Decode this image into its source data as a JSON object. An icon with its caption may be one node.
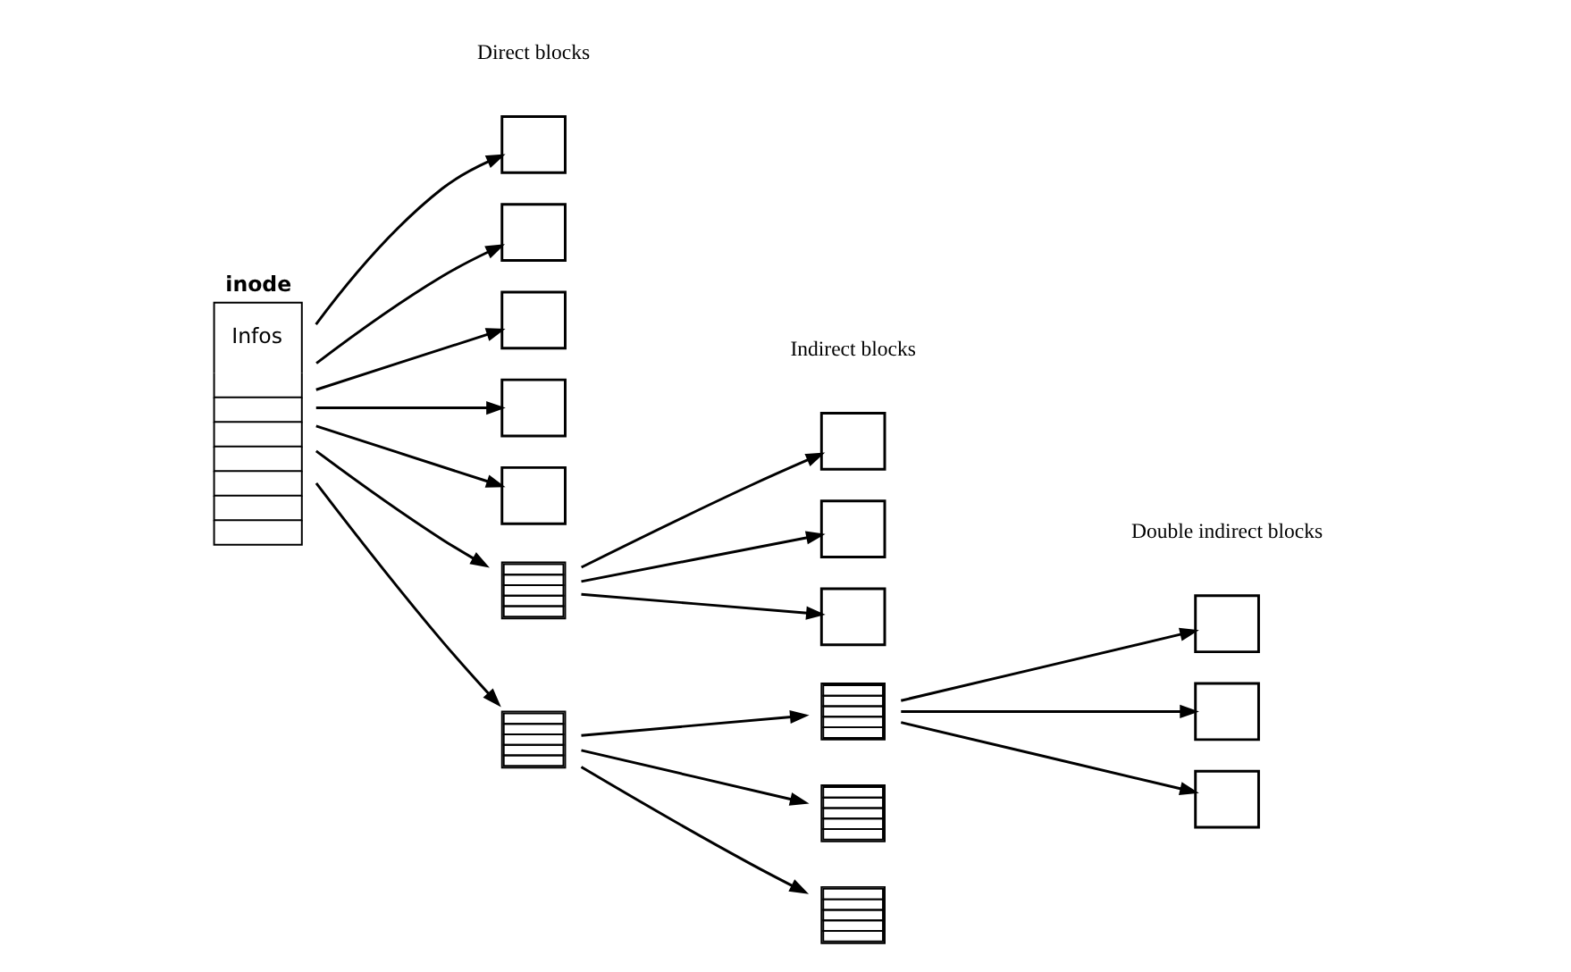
{
  "diagram": {
    "nodes": [
      {
        "text": [
          "inode",
          "Infos"
        ]
      },
      {
        "text": [],
        "shape": "box"
      },
      {
        "text": [],
        "shape": "box"
      },
      {
        "text": [],
        "shape": "box"
      },
      {
        "text": [],
        "shape": "box"
      },
      {
        "text": [],
        "shape": "box"
      },
      {
        "text": [],
        "shape": "box"
      },
      {
        "text": [],
        "shape": "box"
      },
      {
        "text": [],
        "shape": "box"
      },
      {
        "text": [],
        "shape": "box"
      },
      {
        "text": [],
        "shape": "box"
      },
      {
        "text": [],
        "shape": "box"
      },
      {
        "text": [],
        "shape": "box"
      },
      {
        "text": [],
        "shape": "box"
      },
      {
        "text": [],
        "shape": "box"
      },
      {
        "text": [],
        "shape": "box"
      },
      {
        "text": [],
        "shape": "box"
      }
    ],
    "edges": [
      {
        "from": 0,
        "to": 1,
        "arrow": "to"
      },
      {
        "from": 0,
        "to": 2,
        "arrow": "to"
      },
      {
        "from": 0,
        "to": 3,
        "arrow": "to"
      },
      {
        "from": 0,
        "to": 4,
        "arrow": "to"
      },
      {
        "from": 0,
        "to": 5,
        "arrow": "to"
      },
      {
        "from": 0,
        "to": 6,
        "arrow": "to"
      },
      {
        "from": 0,
        "to": 10,
        "arrow": "to"
      },
      {
        "from": 6,
        "to": 7,
        "arrow": "to"
      },
      {
        "from": 6,
        "to": 8,
        "arrow": "to"
      },
      {
        "from": 6,
        "to": 9,
        "arrow": "to"
      },
      {
        "from": 10,
        "to": 11,
        "arrow": "to"
      },
      {
        "from": 10,
        "to": 12,
        "arrow": "to"
      },
      {
        "from": 10,
        "to": 13,
        "arrow": "to"
      },
      {
        "from": 11,
        "to": 14,
        "arrow": "to"
      },
      {
        "from": 11,
        "to": 15,
        "arrow": "to"
      },
      {
        "from": 11,
        "to": 16,
        "arrow": "to"
      }
    ],
    "labels": [
      "Direct blocks",
      "Indirect blocks",
      "Double indirect blocks"
    ]
  }
}
